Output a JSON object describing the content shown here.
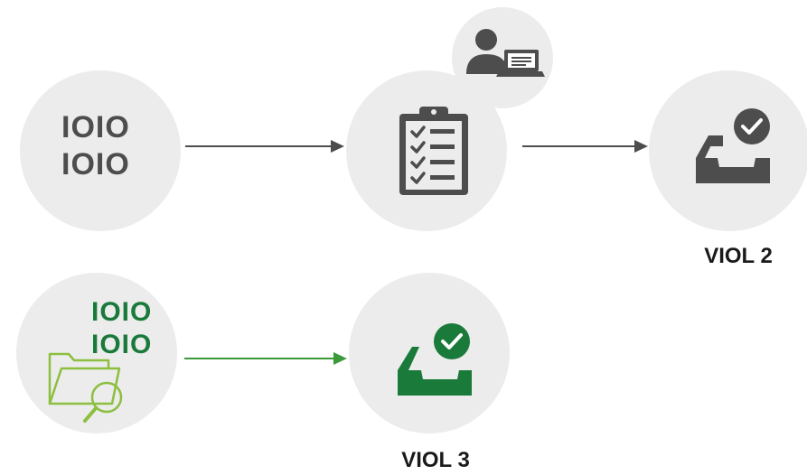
{
  "row1": {
    "source": {
      "icon": "binary-data-icon",
      "line1": "IOIO",
      "line2": "IOIO"
    },
    "review": {
      "icon": "checklist-clipboard-icon",
      "badge_icon": "user-at-computer-icon"
    },
    "result": {
      "icon": "inbox-tray-check-icon",
      "label": "VIOL 2"
    }
  },
  "row2": {
    "source": {
      "icon": "folder-search-binary-icon",
      "line1": "IOIO",
      "line2": "IOIO"
    },
    "result": {
      "icon": "inbox-tray-check-icon",
      "label": "VIOL 3"
    }
  },
  "colors": {
    "circle": "#ececec",
    "dark_gray": "#4d4d4d",
    "green": "#1a7a3a",
    "light_green": "#8cbf3f",
    "arrow_gray": "#4d4d4d",
    "arrow_green": "#3a9a3a"
  }
}
